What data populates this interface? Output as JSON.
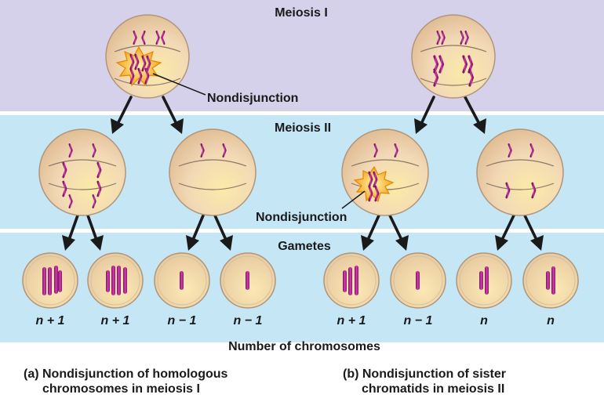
{
  "bands": {
    "meiosis1": "Meiosis I",
    "meiosis2": "Meiosis II",
    "gametes": "Gametes"
  },
  "callouts": {
    "nondisjunction_a": "Nondisjunction",
    "nondisjunction_b": "Nondisjunction"
  },
  "gamete_labels": {
    "a1": "n + 1",
    "a2": "n + 1",
    "a3": "n − 1",
    "a4": "n − 1",
    "b1": "n + 1",
    "b2": "n − 1",
    "b3": "n",
    "b4": "n"
  },
  "axis_caption": "Number of chromosomes",
  "captions": {
    "a_line1": "(a) Nondisjunction of homologous",
    "a_line2": "chromosomes in meiosis I",
    "b_line1": "(b) Nondisjunction of sister",
    "b_line2": "chromatids in meiosis II"
  },
  "colors": {
    "band_meiosis1": "#d6d1ea",
    "band_meiosis2": "#c4e6f5",
    "band_gametes": "#c4e6f5",
    "chromosome": "#b0208c",
    "cell_fill": "#f1d9b8",
    "nondisjunction_burst": "#fbc24a"
  }
}
